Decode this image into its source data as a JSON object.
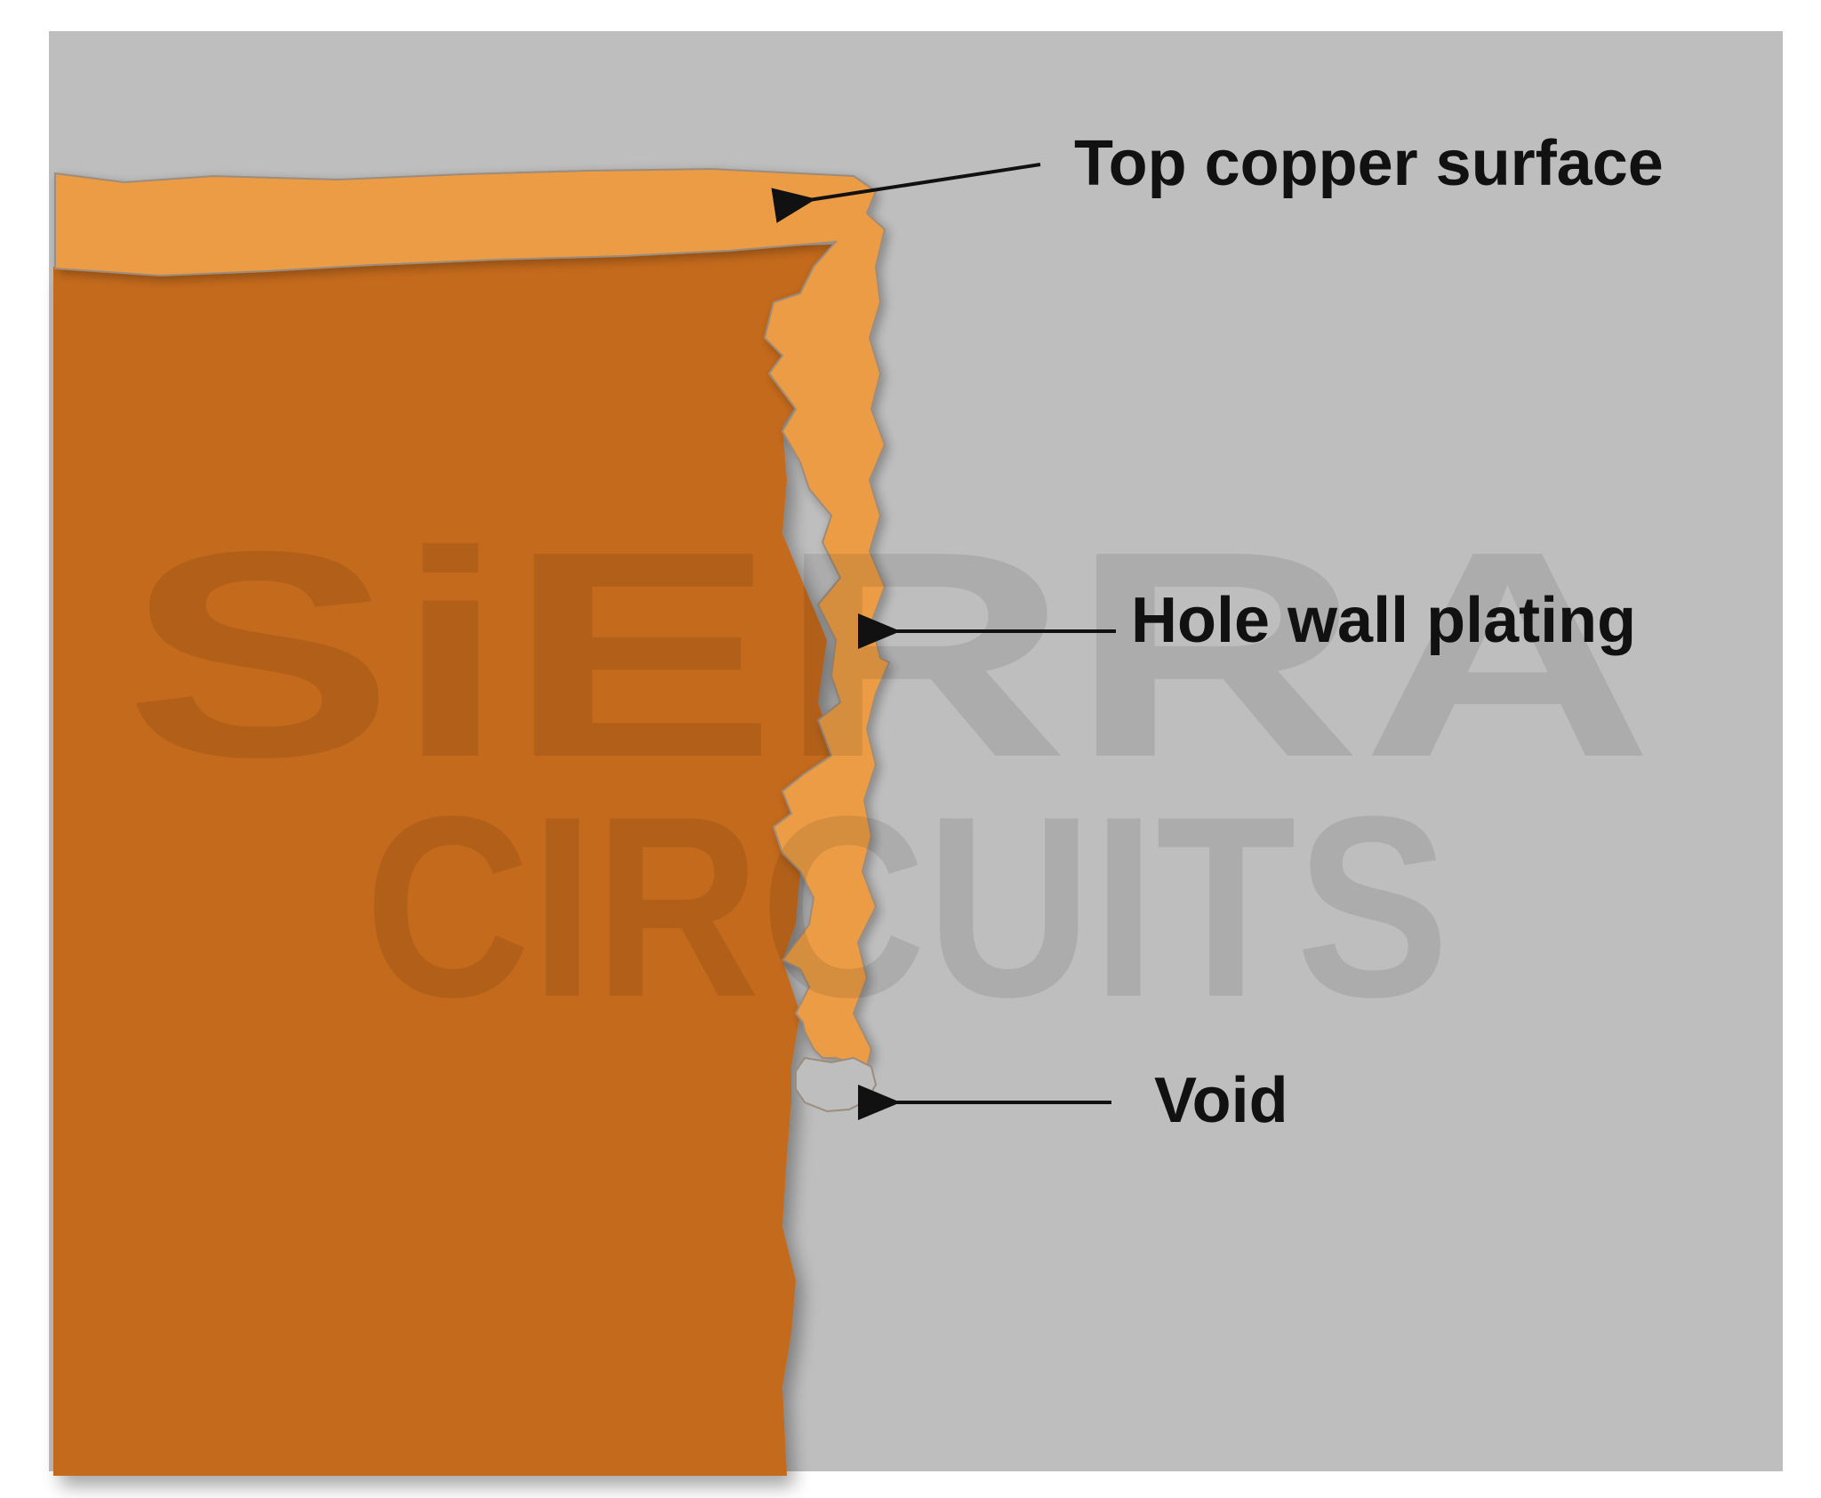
{
  "labels": {
    "top_copper": "Top copper surface",
    "hole_wall": "Hole wall plating",
    "void": "Void"
  },
  "watermark": {
    "line1": "SiERRA",
    "line2": "CIRCUITS"
  },
  "colors": {
    "background": "#ffffff",
    "hole_gray": "#bebebe",
    "substrate_copper": "#c46a1e",
    "plating_copper": "#eb9c45",
    "arrow": "#111111"
  }
}
